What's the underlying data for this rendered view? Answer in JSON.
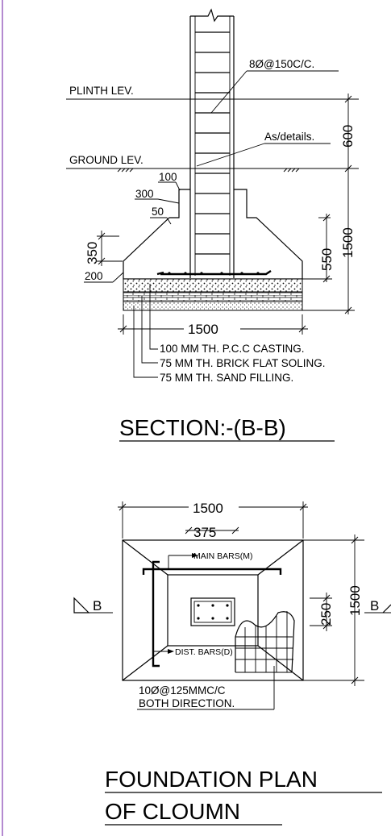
{
  "section": {
    "title": "SECTION:-(B-B)",
    "plinth_level": "PLINTH LEV.",
    "ground_level": "GROUND LEV.",
    "stirrups": "8Ø@150C/C.",
    "as_details": "As/details.",
    "offset_100": "100",
    "offset_300": "300",
    "offset_50": "50",
    "depth_350": "350",
    "edge_200": "200",
    "dim_600": "600",
    "dim_550": "550",
    "dim_1500_v": "1500",
    "dim_1500_h": "1500",
    "layer_pcc": "100 MM TH. P.C.C CASTING.",
    "layer_brick": "75 MM TH. BRICK FLAT SOLING.",
    "layer_sand": "75 MM TH. SAND FILLING."
  },
  "plan": {
    "title_line1": "FOUNDATION PLAN",
    "title_line2": "OF CLOUMN",
    "dim_1500_top": "1500",
    "dim_375": "375",
    "dim_250": "250",
    "dim_1500_right": "1500",
    "section_mark_left": "B",
    "section_mark_right": "B",
    "main_bars": "MAIN BARS(M)",
    "dist_bars": "DIST. BARS(D)",
    "mesh_line1": "10Ø@125MMC/C",
    "mesh_line2": "BOTH DIRECTION."
  },
  "colors": {
    "ink": "#000000",
    "sheet_border": "#b48ad0",
    "background": "#ffffff"
  }
}
